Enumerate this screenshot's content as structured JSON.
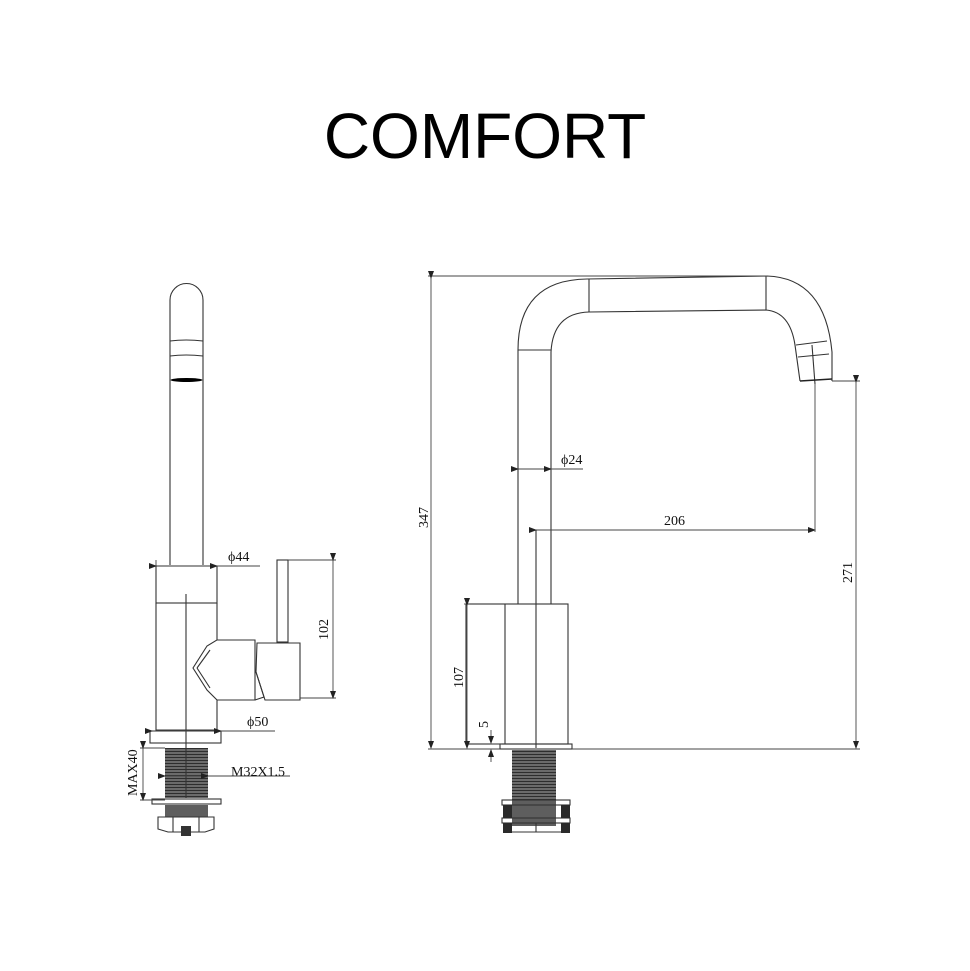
{
  "title": "COMFORT",
  "side_view": {
    "dimensions": {
      "body_diameter": "ϕ44",
      "base_diameter": "ϕ50",
      "handle_height": "102",
      "thread": "M32X1.5",
      "max_thickness": "MAX40"
    }
  },
  "front_view": {
    "dimensions": {
      "overall_height": "347",
      "spout_diameter": "ϕ24",
      "spout_reach": "206",
      "spout_height": "271",
      "body_height": "107",
      "base_plate": "5"
    }
  },
  "colors": {
    "line": "#333333",
    "background": "#ffffff",
    "text": "#000000"
  }
}
